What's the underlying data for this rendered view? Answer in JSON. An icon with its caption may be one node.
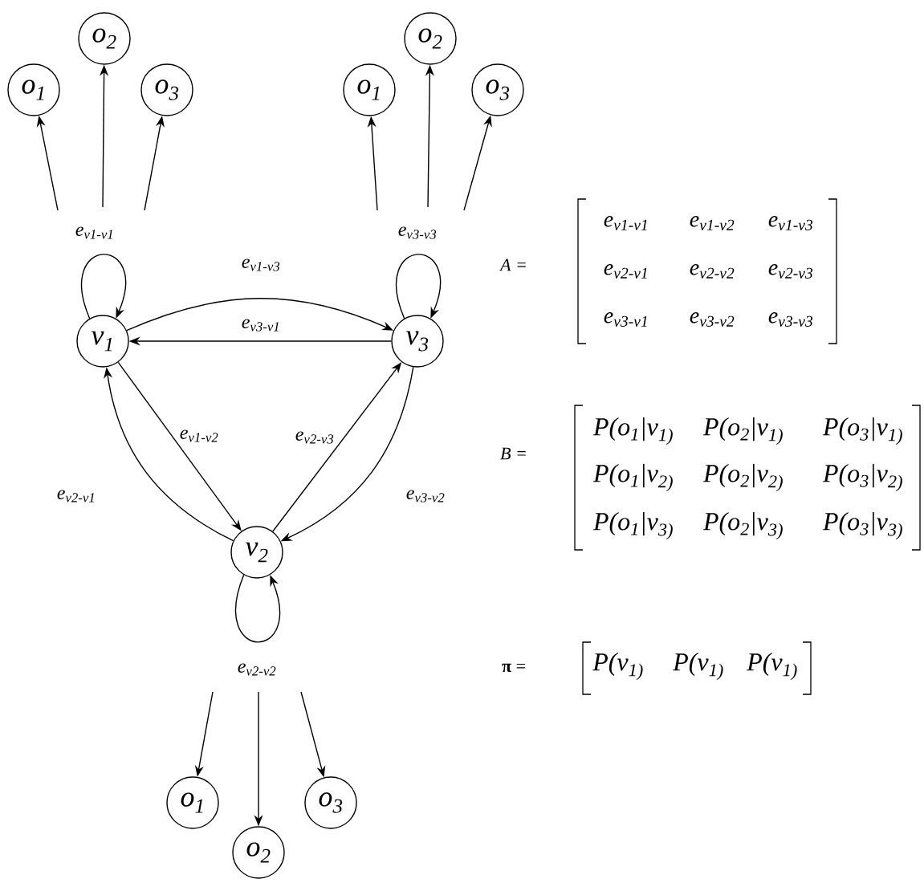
{
  "diagram": {
    "nodes": [
      {
        "text": [
          "o$_{1}$"
        ]
      },
      {
        "text": [
          "o$_{2}$"
        ]
      },
      {
        "text": [
          "o$_{3}$"
        ]
      },
      {
        "text": [
          "o$_{1}$"
        ]
      },
      {
        "text": [
          "o$_{2}$"
        ]
      },
      {
        "text": [
          "o$_{3}$"
        ]
      },
      {
        "text": [
          "v$_{1}$"
        ]
      },
      {
        "text": [
          "v$_{3}$"
        ]
      },
      {
        "text": [
          "v$_{2}$"
        ]
      },
      {
        "text": [
          "o$_{1}$"
        ]
      },
      {
        "text": [
          "o$_{2}$"
        ]
      },
      {
        "text": [
          "o$_{3}$"
        ]
      }
    ],
    "edges": [
      {
        "from": 6,
        "to": 6,
        "arrow": "to",
        "label": "e$_{v1-v1}$"
      },
      {
        "from": 7,
        "to": 7,
        "arrow": "to",
        "label": "e$_{v3-v3}$"
      },
      {
        "from": 6,
        "to": 7,
        "arrow": "to",
        "label": "e$_{v1-v3}$"
      },
      {
        "from": 7,
        "to": 6,
        "arrow": "to",
        "label": "e$_{v3-v1}$"
      },
      {
        "from": 6,
        "to": 8,
        "arrow": "to",
        "label": "e$_{v1-v2}$"
      },
      {
        "from": 8,
        "to": 7,
        "arrow": "to",
        "label": "e$_{v2-v3}$"
      },
      {
        "from": 8,
        "to": 6,
        "arrow": "to",
        "label": "e$_{v2-v1}$"
      },
      {
        "from": 7,
        "to": 8,
        "arrow": "to",
        "label": "e$_{v3-v2}$"
      },
      {
        "from": 8,
        "to": 8,
        "arrow": "to",
        "label": "e$_{v2-v2}$"
      },
      {
        "from": null,
        "to": 0,
        "arrow": "to"
      },
      {
        "from": null,
        "to": 1,
        "arrow": "to"
      },
      {
        "from": null,
        "to": 2,
        "arrow": "to"
      },
      {
        "from": null,
        "to": 3,
        "arrow": "to"
      },
      {
        "from": null,
        "to": 4,
        "arrow": "to"
      },
      {
        "from": null,
        "to": 5,
        "arrow": "to"
      },
      {
        "from": null,
        "to": 9,
        "arrow": "to"
      },
      {
        "from": null,
        "to": 10,
        "arrow": "to"
      },
      {
        "from": null,
        "to": 11,
        "arrow": "to"
      }
    ],
    "labels": [
      "A =",
      "e$_{v1-v1}$",
      "e$_{v1-v2}$",
      "e$_{v1-v3}$",
      "e$_{v2-v1}$",
      "e$_{v2-v2}$",
      "e$_{v2-v3}$",
      "e$_{v3-v1}$",
      "e$_{v3-v2}$",
      "e$_{v3-v3}$",
      "B =",
      "P(o$_{1}$|v$_{1)}$",
      "P(o$_{2}$|v$_{1)}$",
      "P(o$_{3}$|v$_{1)}$",
      "P(o$_{1}$|v$_{2)}$",
      "P(o$_{2}$|v$_{2)}$",
      "P(o$_{3}$|v$_{2)}$",
      "P(o$_{1}$|v$_{3)}$",
      "P(o$_{2}$|v$_{3)}$",
      "P(o$_{3}$|v$_{3)}$",
      "**π** =",
      "P(v$_{1)}$",
      "P(v$_{1)}$",
      "P(v$_{1)}$"
    ]
  }
}
